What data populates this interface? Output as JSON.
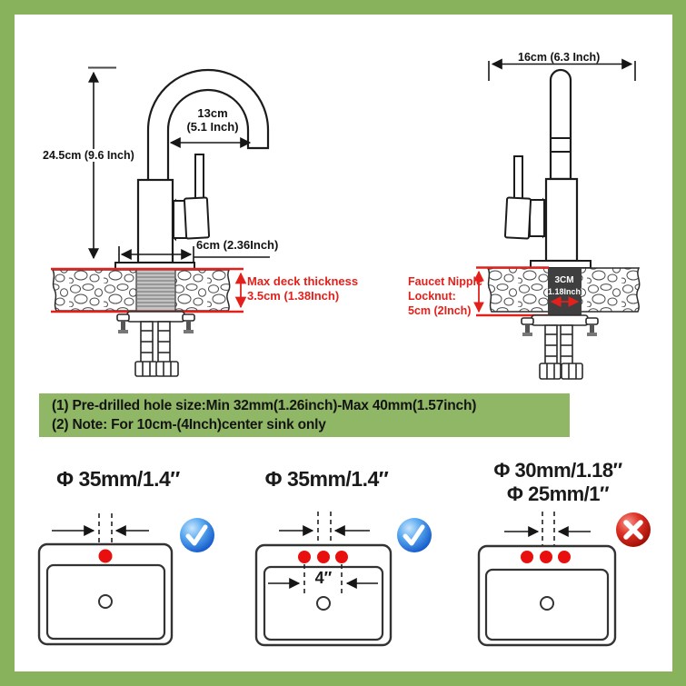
{
  "figure": {
    "type": "faucet-installation-dimension-diagram"
  },
  "colors": {
    "frame_green": "#89B25C",
    "note_band_green": "#8FB765",
    "annotation_red": "#E3201B",
    "hole_red": "#E90F0F",
    "badge_blue": "#1B6BE0",
    "badge_red": "#D21E14",
    "nipple_dark": "#3F3F3F"
  },
  "left_faucet": {
    "height": "24.5cm (9.6 Inch)",
    "spout_reach_line1": "13cm",
    "spout_reach_line2": "(5.1 Inch)",
    "base_width": "6cm (2.36Inch)",
    "deck_note_line1": "Max deck thickness",
    "deck_note_line2": "3.5cm (1.38Inch)"
  },
  "right_faucet": {
    "width": "16cm (6.3 Inch)",
    "locknut_line1": "Faucet Nipple",
    "locknut_line2": "Locknut:",
    "locknut_line3": "5cm (2Inch)",
    "nipple_line1": "3CM",
    "nipple_line2": "(1.18Inch)"
  },
  "notes": {
    "line1": "(1) Pre-drilled hole size:Min 32mm(1.26inch)-Max 40mm(1.57inch)",
    "line2": "(2) Note: For 10cm-(4Inch)center sink only"
  },
  "sinks": [
    {
      "label1": "Φ 35mm/1.4″",
      "holes": "1",
      "status": "compatible"
    },
    {
      "label1": "Φ 35mm/1.4″",
      "spacing": "4″",
      "holes": "3",
      "status": "compatible"
    },
    {
      "label1": "Φ 30mm/1.18″",
      "label2": "Φ 25mm/1″",
      "holes": "3",
      "status": "incompatible"
    }
  ]
}
